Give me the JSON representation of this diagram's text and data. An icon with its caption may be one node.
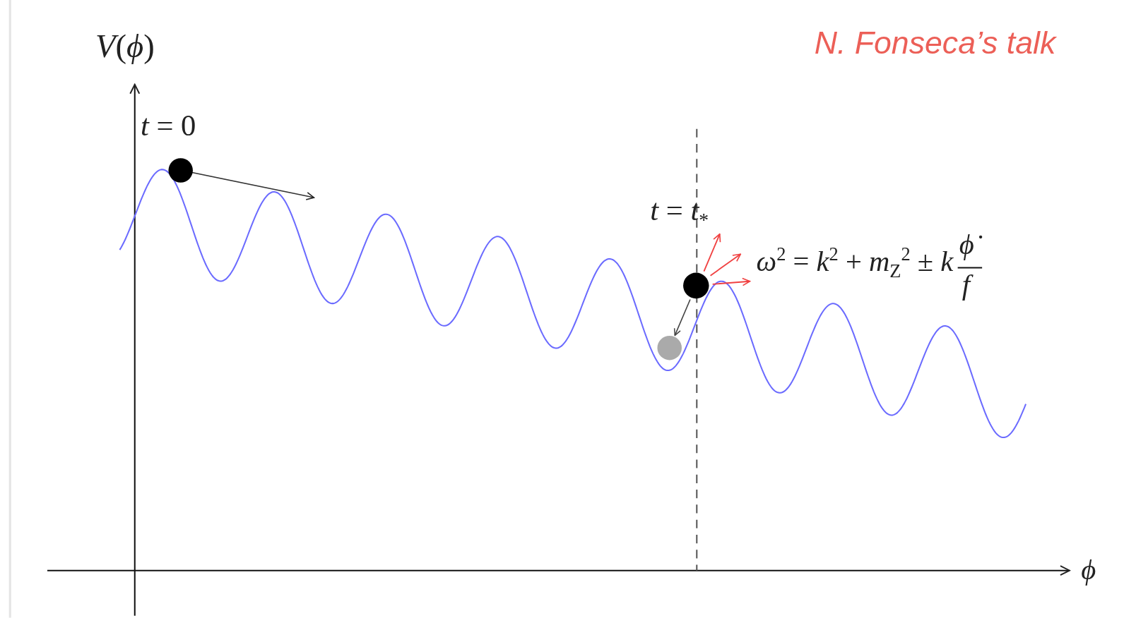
{
  "diagram": {
    "nodes": [
      {
        "text": [],
        "shape": "circle"
      },
      {
        "text": [],
        "shape": "circle"
      },
      {
        "text": [],
        "shape": "circle"
      }
    ],
    "edges": [
      {
        "from": 1,
        "to": 2,
        "arrow": "to"
      }
    ],
    "labels": [
      "*V*(*ϕ*)",
      "N. Fonseca’s talk",
      "*t* = 0",
      "*t* = *t*$_{*}$",
      "*ω*$^{2}$ = *k*$^{2}$ + *m*$_{Z}$$^{2}$ ± *k*",
      "*ϕ̇*",
      "*f*",
      "*ϕ*"
    ]
  }
}
